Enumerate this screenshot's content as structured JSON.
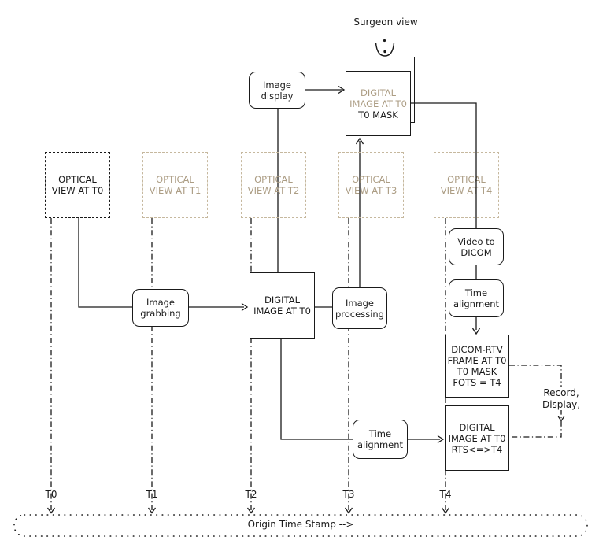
{
  "figure": {
    "title": "Surgeon view"
  },
  "colors": {
    "ink": "#1a1a1a",
    "tan_text": "#ac9d84",
    "tan_border": "#c6b89e",
    "background": "#ffffff"
  },
  "icons": {
    "eye": "surgeon-view-eye-icon"
  },
  "nodes": {
    "image_display": "Image\ndisplay",
    "surgeon_mask_tan": "DIGITAL\nIMAGE AT T0",
    "surgeon_mask_black": "T0 MASK",
    "optical_t0": "OPTICAL\nVIEW AT T0",
    "optical_t1": "OPTICAL\nVIEW AT T1",
    "optical_t2": "OPTICAL\nVIEW AT T2",
    "optical_t3": "OPTICAL\nVIEW AT T3",
    "optical_t4": "OPTICAL\nVIEW AT T4",
    "image_grabbing": "Image\ngrabbing",
    "digital_image": "DIGITAL\nIMAGE AT T0",
    "image_processing": "Image\nprocessing",
    "video_to_dicom": "Video to\nDICOM",
    "time_alignment_top": "Time\nalignment",
    "dicom_rtv": "DICOM-RTV\nFRAME AT T0\nT0 MASK\nFOTS = T4",
    "time_alignment_bottom": "Time\nalignment",
    "digital_image_rts": "DIGITAL\nIMAGE AT T0\nRTS<=>T4",
    "record_display": "Record,\nDisplay,"
  },
  "timeline": {
    "ticks": [
      "T0",
      "T1",
      "T2",
      "T3",
      "T4"
    ],
    "axis_label": "Origin Time Stamp -->"
  }
}
